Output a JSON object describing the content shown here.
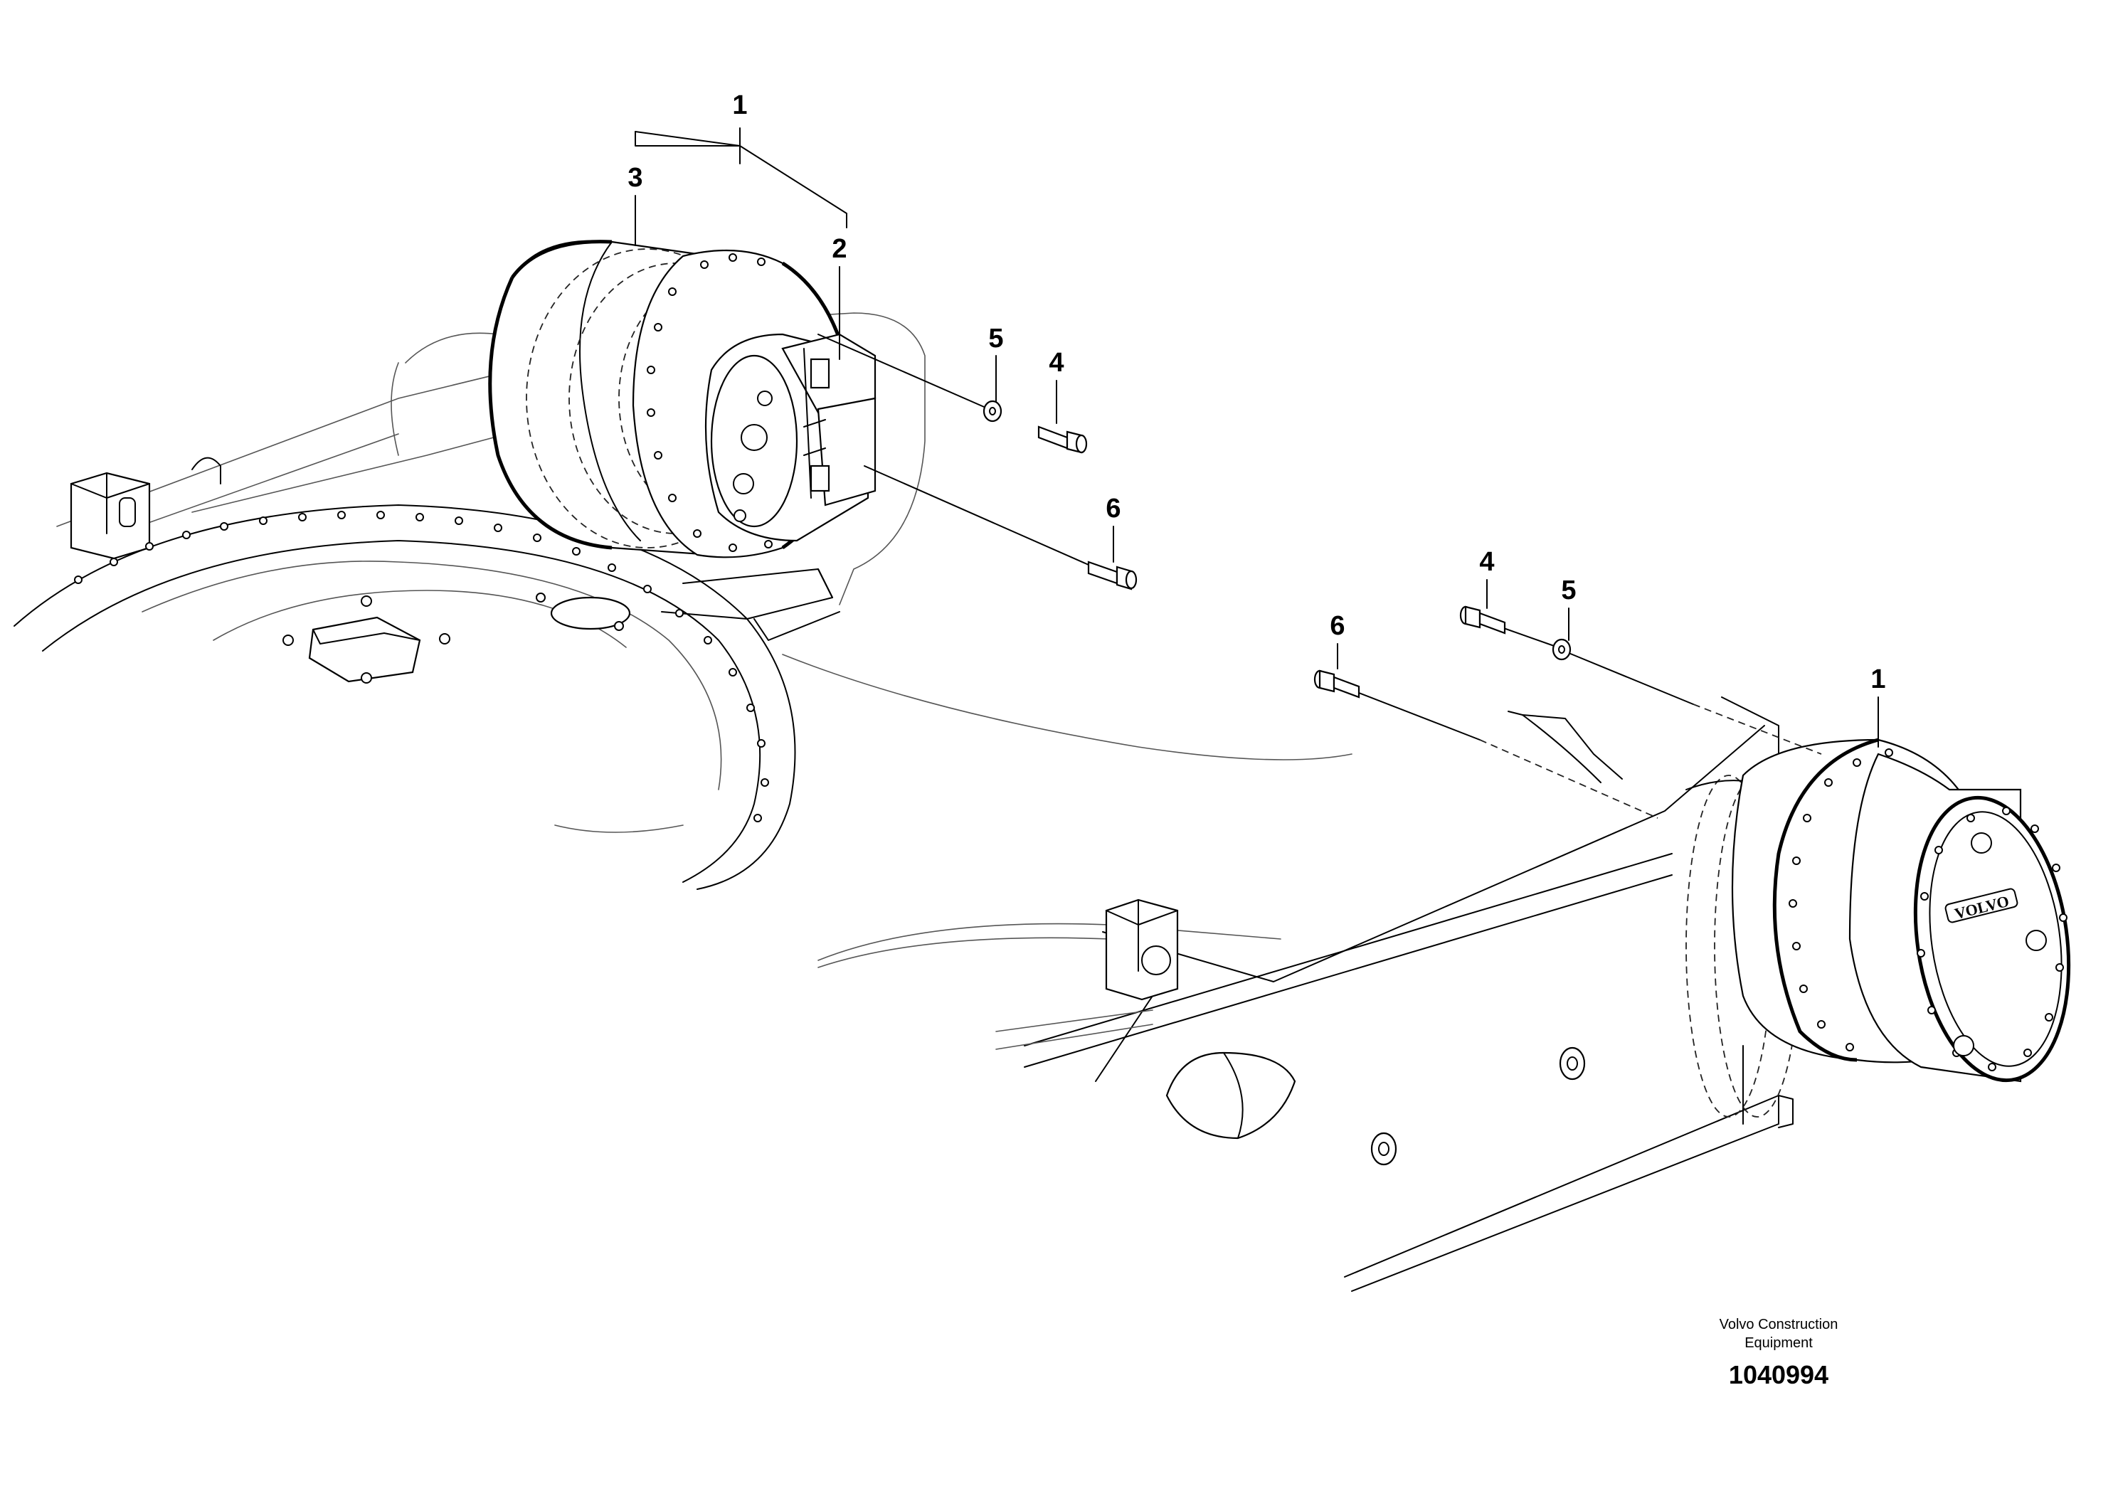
{
  "diagram": {
    "callouts": {
      "left_assembly": "1",
      "left_motor": "2",
      "left_hub": "3",
      "left_washer": "5",
      "left_bolt": "4",
      "left_long_bolt": "6",
      "right_bolt": "4",
      "right_washer": "5",
      "right_long_bolt": "6",
      "right_assembly": "1"
    },
    "motor_brand": "VOLVO",
    "footer": {
      "company_line1": "Volvo Construction",
      "company_line2": "Equipment",
      "drawing_number": "1040994"
    }
  }
}
